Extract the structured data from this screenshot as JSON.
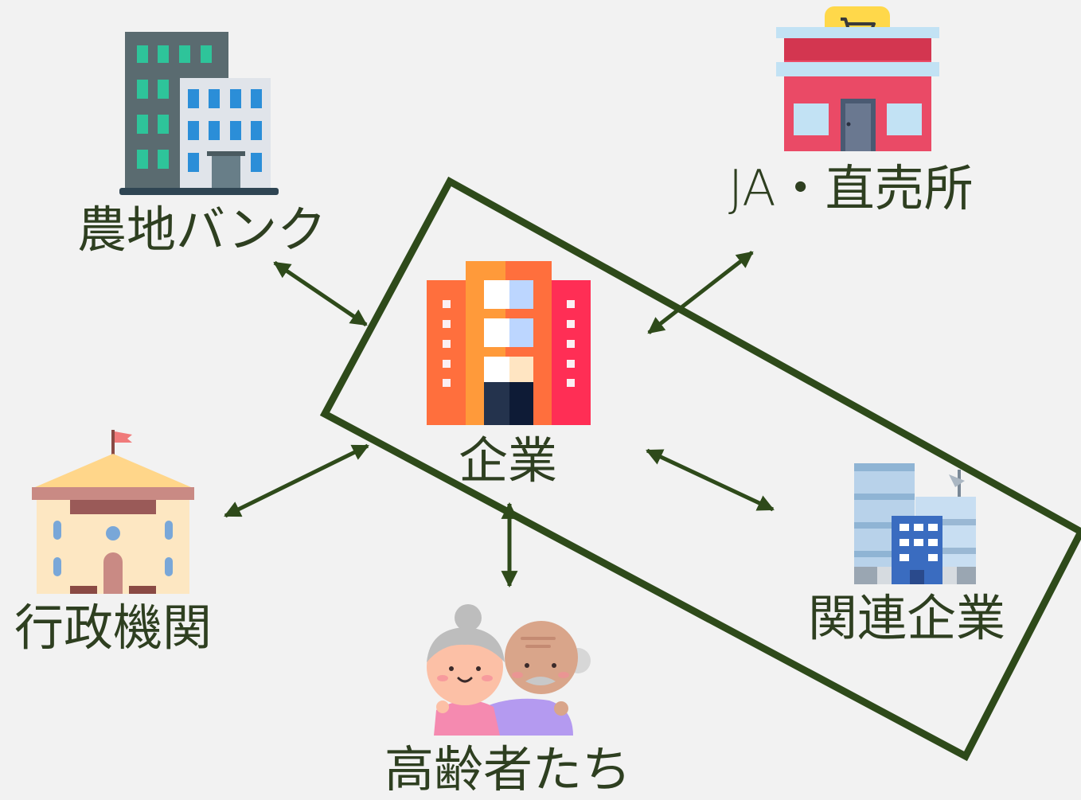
{
  "nodes": {
    "farmland_bank": {
      "label": "農地バンク",
      "icon": "office-buildings-icon"
    },
    "ja_direct_store": {
      "label": "JA・直売所",
      "icon": "store-cart-icon"
    },
    "company": {
      "label": "企業",
      "icon": "company-building-icon"
    },
    "government": {
      "label": "行政機関",
      "icon": "government-building-icon"
    },
    "related_companies": {
      "label": "関連企業",
      "icon": "office-tower-icon"
    },
    "elderly": {
      "label": "高齢者たち",
      "icon": "elderly-couple-icon"
    }
  },
  "colors": {
    "background": "#f2f2f2",
    "text": "#2e3f20",
    "frame": "#2e4a1a",
    "arrow": "#2e4a1a"
  }
}
